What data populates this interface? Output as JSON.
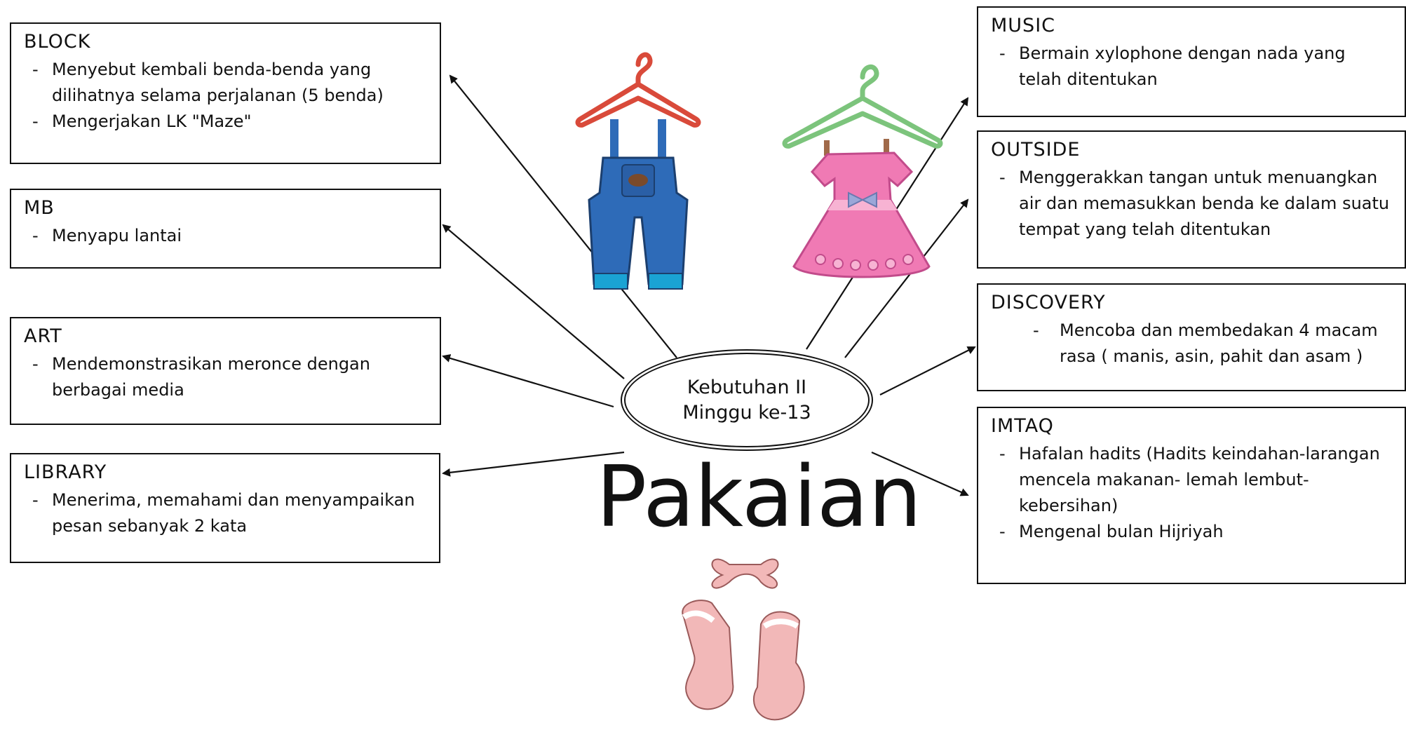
{
  "center": {
    "line1": "Kebutuhan II",
    "line2": "Minggu ke-13"
  },
  "topic": "Pakaian",
  "activities": {
    "block": {
      "title": "BLOCK",
      "items": [
        "Menyebut kembali benda-benda yang dilihatnya selama perjalanan (5 benda)",
        "Mengerjakan LK \"Maze\""
      ]
    },
    "mb": {
      "title": "MB",
      "items": [
        "Menyapu lantai"
      ]
    },
    "art": {
      "title": "ART",
      "items": [
        "Mendemonstrasikan meronce dengan berbagai media"
      ]
    },
    "library": {
      "title": "LIBRARY",
      "items": [
        "Menerima, memahami dan menyampaikan pesan sebanyak 2 kata"
      ]
    },
    "music": {
      "title": "MUSIC",
      "items": [
        "Bermain xylophone dengan nada yang telah ditentukan"
      ]
    },
    "outside": {
      "title": "OUTSIDE",
      "items": [
        "Menggerakkan tangan untuk menuangkan air dan memasukkan benda ke dalam suatu tempat yang telah ditentukan"
      ]
    },
    "discovery": {
      "title": "DISCOVERY",
      "items": [
        "Mencoba dan membedakan 4 macam rasa ( manis, asin, pahit dan asam )"
      ]
    },
    "imtaq": {
      "title": "IMTAQ",
      "items": [
        "Hafalan hadits (Hadits keindahan-larangan mencela makanan- lemah lembut- kebersihan)",
        "Mengenal bulan Hijriyah"
      ]
    }
  },
  "colors": {
    "overalls": "#2e6bb8",
    "overalls_cuff": "#1aa3d4",
    "hanger_red": "#d94a3a",
    "hanger_green": "#7cc47c",
    "dress": "#f07ab4",
    "dress_light": "#f7b3d3",
    "bow": "#9aa7d8",
    "socks": "#f2b8b8"
  },
  "icons": [
    "overalls-illustration",
    "dress-illustration",
    "socks-illustration",
    "clothes-hanger-icon"
  ]
}
